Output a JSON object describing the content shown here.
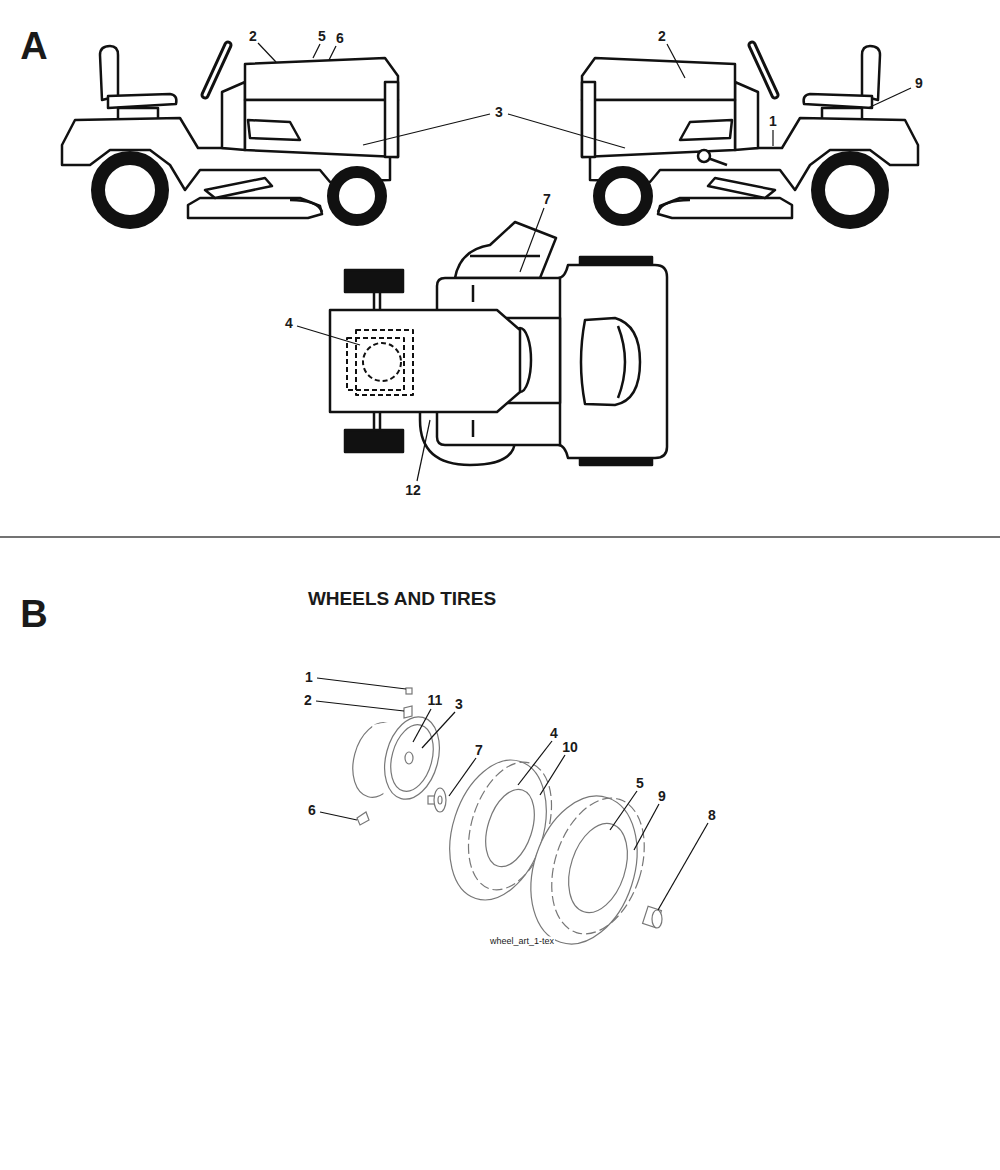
{
  "diagram": {
    "title": "WHEELS AND TIRES",
    "labels": [
      "A",
      "2",
      "5",
      "6",
      "2",
      "3",
      "9",
      "1",
      "7",
      "4",
      "12",
      "B",
      "1",
      "2",
      "11",
      "3",
      "7",
      "6",
      "4",
      "10",
      "5",
      "9",
      "8",
      "wheel_art_1-tex"
    ]
  }
}
